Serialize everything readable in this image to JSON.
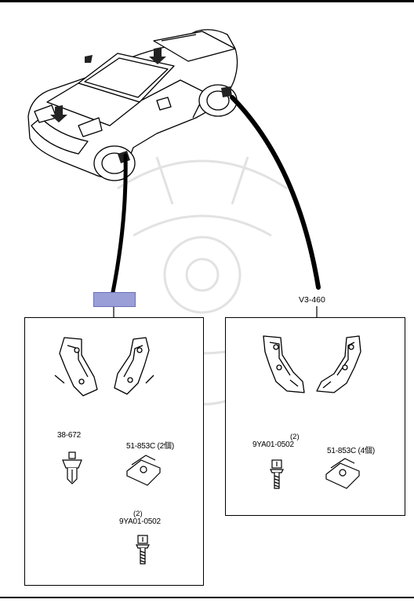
{
  "callouts": {
    "front_ref": "",
    "rear_ref": "V3-460"
  },
  "front_kit": {
    "parts": [
      {
        "part_no": "38-672",
        "qty": ""
      },
      {
        "part_no": "51-853C (2個)",
        "qty": ""
      },
      {
        "part_no": "9YA01-0502",
        "qty": "(2)"
      }
    ]
  },
  "rear_kit": {
    "parts": [
      {
        "part_no": "9YA01-0502",
        "qty": "(2)"
      },
      {
        "part_no": "51-853C (4個)",
        "qty": ""
      }
    ]
  },
  "colors": {
    "front_ref_box": "#9b9fd8",
    "line": "#000000"
  },
  "icons": [
    "car-illustration",
    "mudflap-pair-icon",
    "clip-icon",
    "clip-nut-icon",
    "bolt-icon"
  ]
}
